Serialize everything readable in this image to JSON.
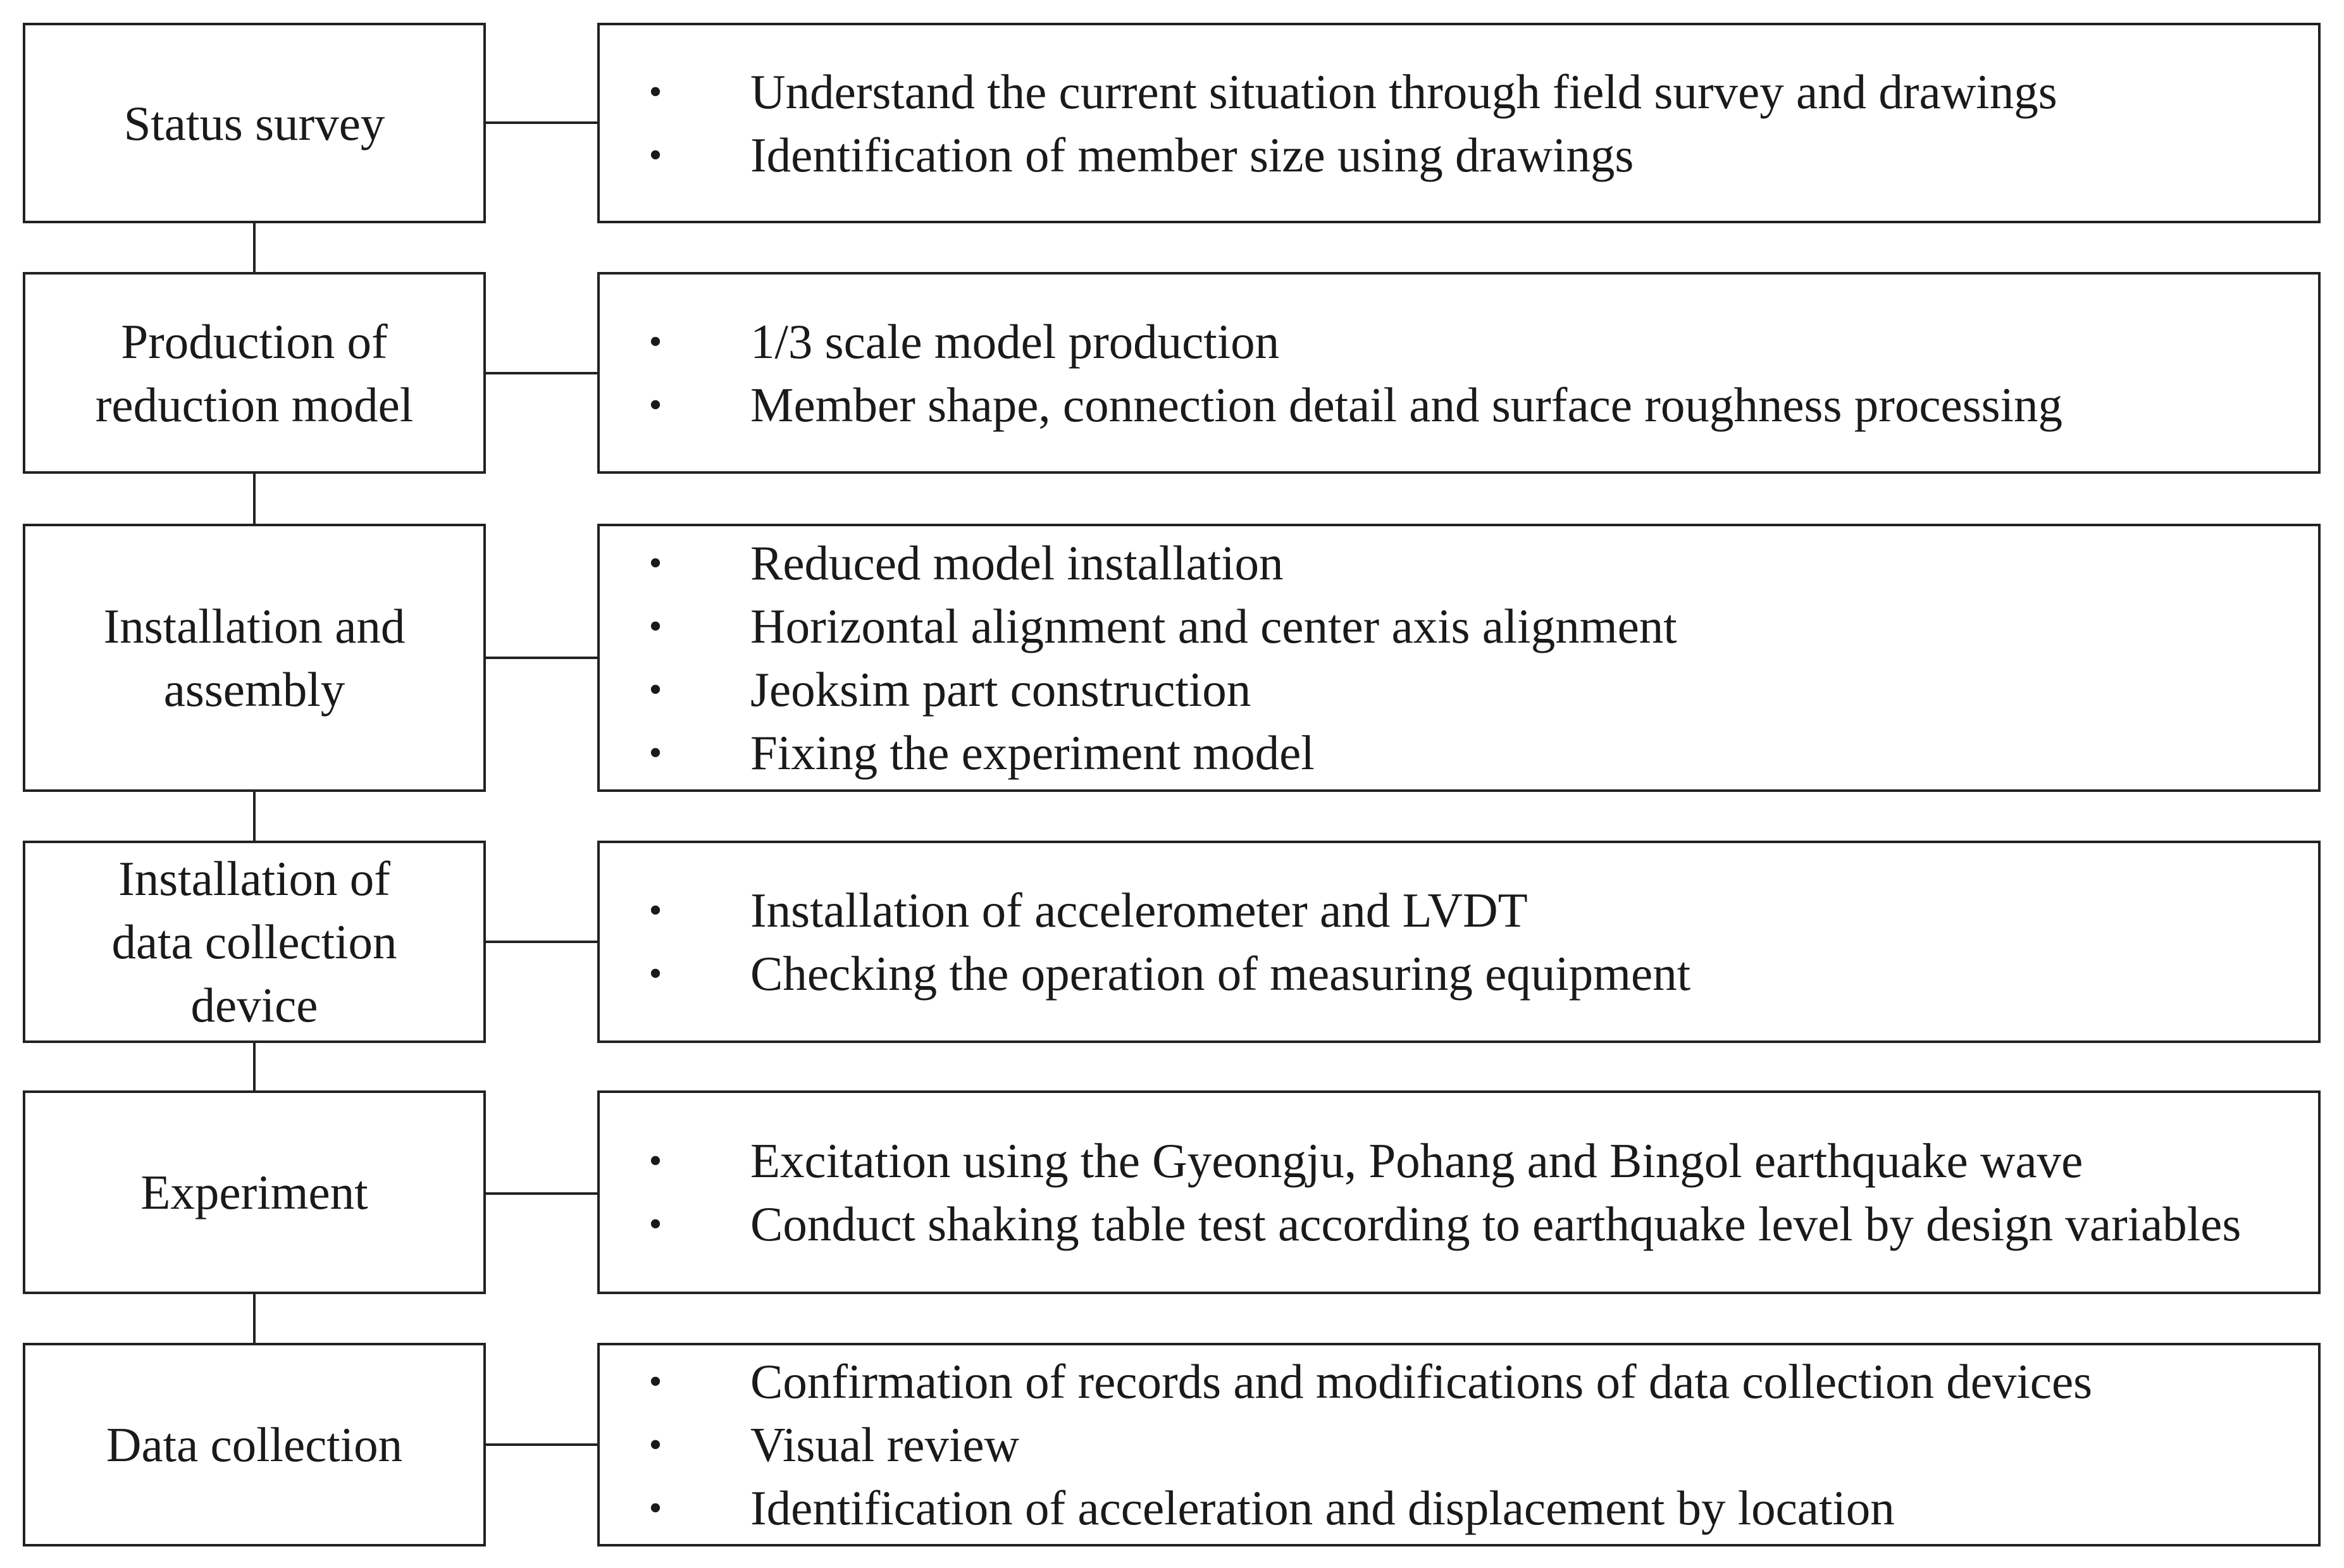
{
  "steps": [
    {
      "label": "Status survey",
      "details": [
        "Understand the current situation through field survey and drawings",
        "Identification of member size using drawings"
      ]
    },
    {
      "label": "Production of\nreduction model",
      "details": [
        "1/3 scale model production",
        "Member shape, connection detail and surface roughness processing"
      ]
    },
    {
      "label": "Installation and\nassembly",
      "details": [
        "Reduced model installation",
        "Horizontal alignment and center axis alignment",
        "Jeoksim part construction",
        "Fixing the experiment model"
      ]
    },
    {
      "label": "Installation of\ndata collection\ndevice",
      "details": [
        "Installation of accelerometer and LVDT",
        "Checking the operation of measuring equipment"
      ]
    },
    {
      "label": "Experiment",
      "details": [
        "Excitation using the Gyeongju, Pohang and Bingol earthquake wave",
        "Conduct shaking table test according to earthquake level by design variables"
      ]
    },
    {
      "label": "Data collection",
      "details": [
        "Confirmation of records and modifications of data collection devices",
        "Visual review",
        "Identification of acceleration and displacement by location"
      ]
    }
  ],
  "bullet_symbol": "•"
}
